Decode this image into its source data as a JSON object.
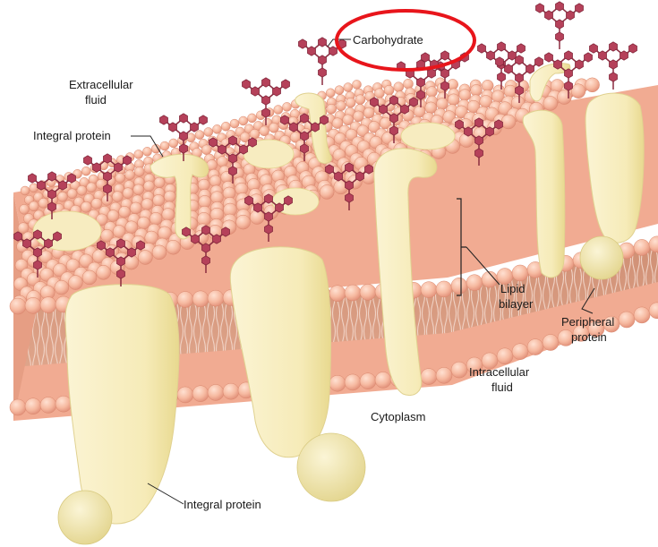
{
  "labels": {
    "carbohydrate": "Carbohydrate",
    "extracellular_line1": "Extracellular",
    "extracellular_line2": "fluid",
    "integral_protein_top": "Integral protein",
    "integral_protein_bottom": "Integral protein",
    "lipid_bilayer_line1": "Lipid",
    "lipid_bilayer_line2": "bilayer",
    "peripheral_line1": "Peripheral",
    "peripheral_line2": "protein",
    "intracellular_line1": "Intracellular",
    "intracellular_line2": "fluid",
    "cytoplasm": "Cytoplasm"
  },
  "colors": {
    "highlight_ellipse": "#e8151b",
    "lipid_head": "#f6b9a0",
    "lipid_head_shade": "#e2917a",
    "lipid_tail_band": "#d89a80",
    "protein_fill": "#f8efc4",
    "protein_stroke": "#e3d58e",
    "sugar_fill": "#b5415a",
    "sugar_stem": "#8a2c40"
  },
  "icons": {
    "carbohydrate_chain": "branched-hexagon-chain",
    "lipid_head": "sphere",
    "protein": "blob"
  }
}
